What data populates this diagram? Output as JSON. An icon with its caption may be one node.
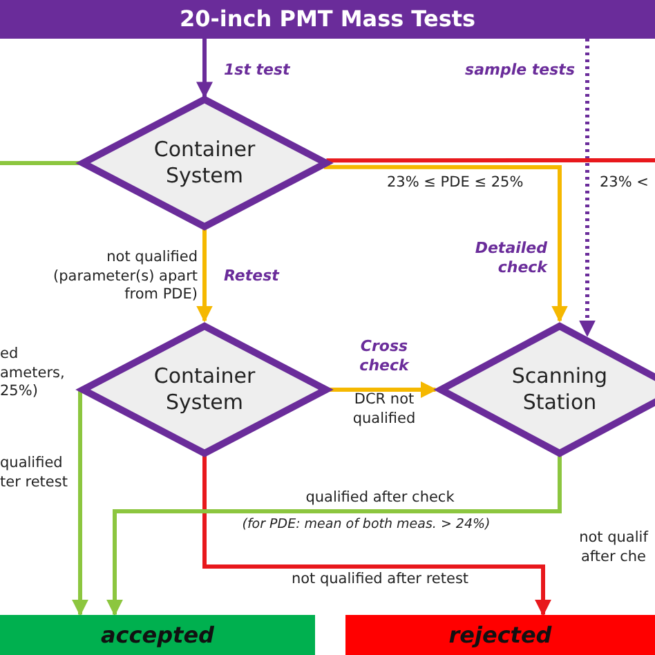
{
  "diagram": {
    "nodes": [
      {
        "text": [
          "20-inch PMT Mass Tests"
        ]
      },
      {
        "text": [
          "Container System"
        ]
      },
      {
        "text": [
          "Container System"
        ]
      },
      {
        "text": [
          "Scanning Station"
        ]
      },
      {
        "text": [
          "accepted"
        ]
      },
      {
        "text": [
          "rejected"
        ]
      }
    ],
    "edges": [
      {
        "from": 0,
        "to": 1,
        "arrow": "to",
        "label": "1st test",
        "color": "#6a2c9a"
      },
      {
        "from": 0,
        "to": 3,
        "arrow": "to",
        "label": "sample tests",
        "style": "dashed",
        "color": "#6a2c9a"
      },
      {
        "from": 1,
        "to": null,
        "arrow": "none",
        "color": "#8cc63f"
      },
      {
        "from": 1,
        "to": null,
        "arrow": "none",
        "color": "#e8181c"
      },
      {
        "from": 1,
        "to": 3,
        "arrow": "to",
        "label": "23% ≤ PDE ≤ 25%",
        "color": "#f5b800"
      },
      {
        "from": 1,
        "to": 2,
        "arrow": "to",
        "label": "not qualified (parameter(s) apart from PDE)",
        "color": "#f5b800"
      },
      {
        "from": 2,
        "to": 3,
        "arrow": "to",
        "label": "DCR not qualified",
        "color": "#f5b800"
      },
      {
        "from": 2,
        "to": 4,
        "arrow": "to",
        "label": "qualified ter retest",
        "color": "#8cc63f"
      },
      {
        "from": 2,
        "to": 5,
        "arrow": "to",
        "label": "not qualified after retest",
        "color": "#e8181c"
      },
      {
        "from": 3,
        "to": 4,
        "arrow": "to",
        "label": "qualified after check",
        "color": "#8cc63f"
      }
    ],
    "labels": [
      "23% <",
      "Detailed check",
      "Retest",
      "ed ameters, 25%)",
      "Cross check",
      "(for PDE: mean of both meas. > 24%)",
      "not qualif after che"
    ]
  }
}
